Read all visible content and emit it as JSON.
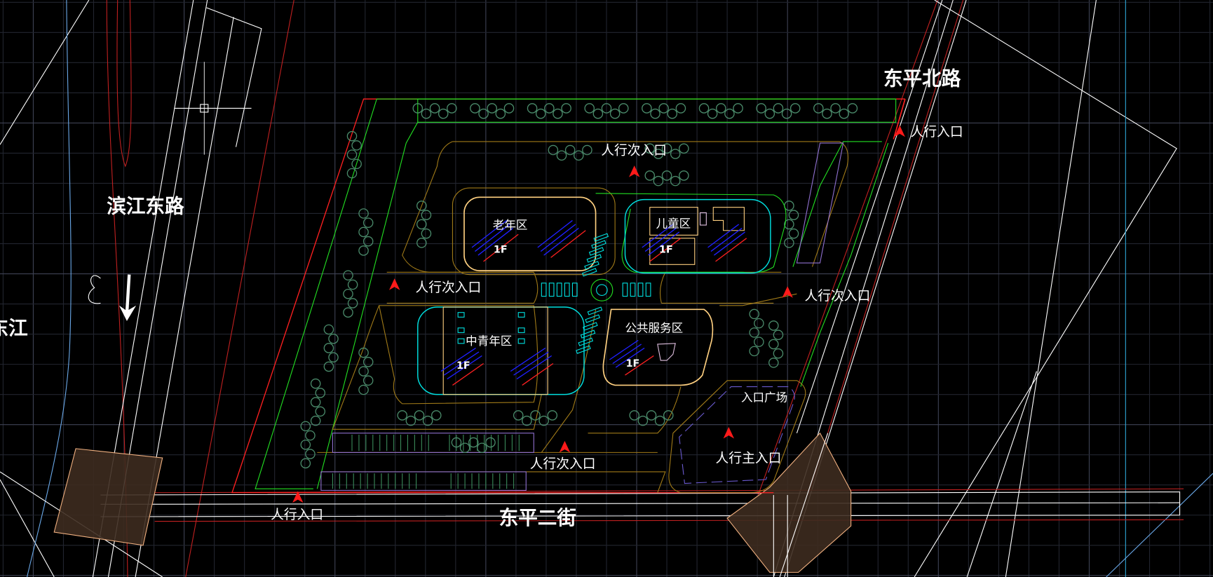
{
  "roads": {
    "west": "滨江东路",
    "north_east": "东平北路",
    "south": "东平二街",
    "river": "东江"
  },
  "entrances": {
    "ne_pedestrian": "人行入口",
    "sw_pedestrian": "人行入口",
    "north_secondary": "人行次入口",
    "west_secondary": "人行次入口",
    "east_secondary": "人行次入口",
    "south_secondary": "人行次入口",
    "main": "人行主入口"
  },
  "zones": {
    "elderly": "老年区",
    "children": "儿童区",
    "youth": "中青年区",
    "public_service": "公共服务区",
    "entrance_plaza": "入口广场"
  },
  "floors": {
    "elderly": "1F",
    "children": "1F",
    "youth": "1F",
    "public_service": "1F"
  },
  "colors": {
    "background": "#000000",
    "grid": "#2a2d3a",
    "grid_major": "#3e4254",
    "boundary": "#ff2020",
    "green_belt": "#22e022",
    "trees": "#4a8a6a",
    "road_edge": "#a07a18",
    "building": "#00e0e0",
    "zone_outline": "#ffd080",
    "entrance_marker": "#ff1a1a",
    "intersection_fill": "#3d2b1f",
    "intersection_edge": "#f0b080"
  }
}
